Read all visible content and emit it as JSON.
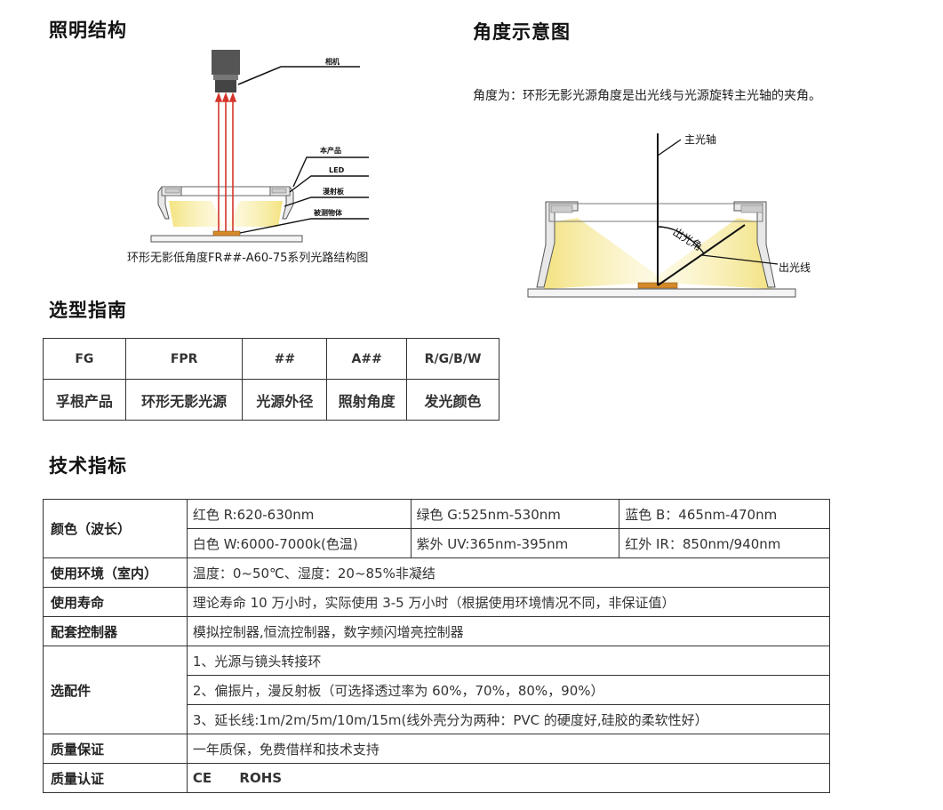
{
  "sections": {
    "lighting_structure": "照明结构",
    "angle_diagram": "角度示意图",
    "model_guide": "选型指南",
    "tech_specs": "技术指标"
  },
  "structure_diagram": {
    "camera_label": "相机",
    "product_label": "本产品",
    "led_label": "LED",
    "diffuser_label": "漫射板",
    "object_label": "被测物体",
    "caption": "环形无影低角度FR##-A60-75系列光路结构图"
  },
  "angle_diagram": {
    "description": "角度为：环形无影光源角度是出光线与光源旋转主光轴的夹角。",
    "main_axis_label": "主光轴",
    "emit_angle_label": "出光角",
    "emit_line_label": "出光线"
  },
  "model_guide": {
    "codes": [
      "FG",
      "FPR",
      "##",
      "A##",
      "R/G/B/W"
    ],
    "meanings": [
      "孚根产品",
      "环形无影光源",
      "光源外径",
      "照射角度",
      "发光颜色"
    ]
  },
  "specs": {
    "color": {
      "label": "颜色（波长）",
      "row1": [
        "红色 R:620-630nm",
        "绿色 G:525nm-530nm",
        "蓝色 B：465nm-470nm"
      ],
      "row2": [
        "白色 W:6000-7000k(色温)",
        "紫外 UV:365nm-395nm",
        "红外 IR：850nm/940nm"
      ]
    },
    "environment": {
      "label": "使用环境（室内）",
      "value": "温度：0~50℃、湿度：20~85%非凝结"
    },
    "lifetime": {
      "label": "使用寿命",
      "value": "理论寿命 10 万小时，实际使用 3-5 万小时（根据使用环境情况不同，非保证值）"
    },
    "controller": {
      "label": "配套控制器",
      "value": "模拟控制器,恒流控制器，数字频闪增亮控制器"
    },
    "accessories": {
      "label": "选配件",
      "items": [
        "1、光源与镜头转接环",
        "2、偏振片，漫反射板（可选择透过率为 60%，70%，80%，90%）",
        "3、延长线:1m/2m/5m/10m/15m(线外壳分为两种：PVC  的硬度好,硅胶的柔软性好）"
      ]
    },
    "warranty": {
      "label": "质量保证",
      "value": "一年质保，免费借样和技术支持"
    },
    "certification": {
      "label": "质量认证",
      "value": "CE      ROHS"
    }
  }
}
